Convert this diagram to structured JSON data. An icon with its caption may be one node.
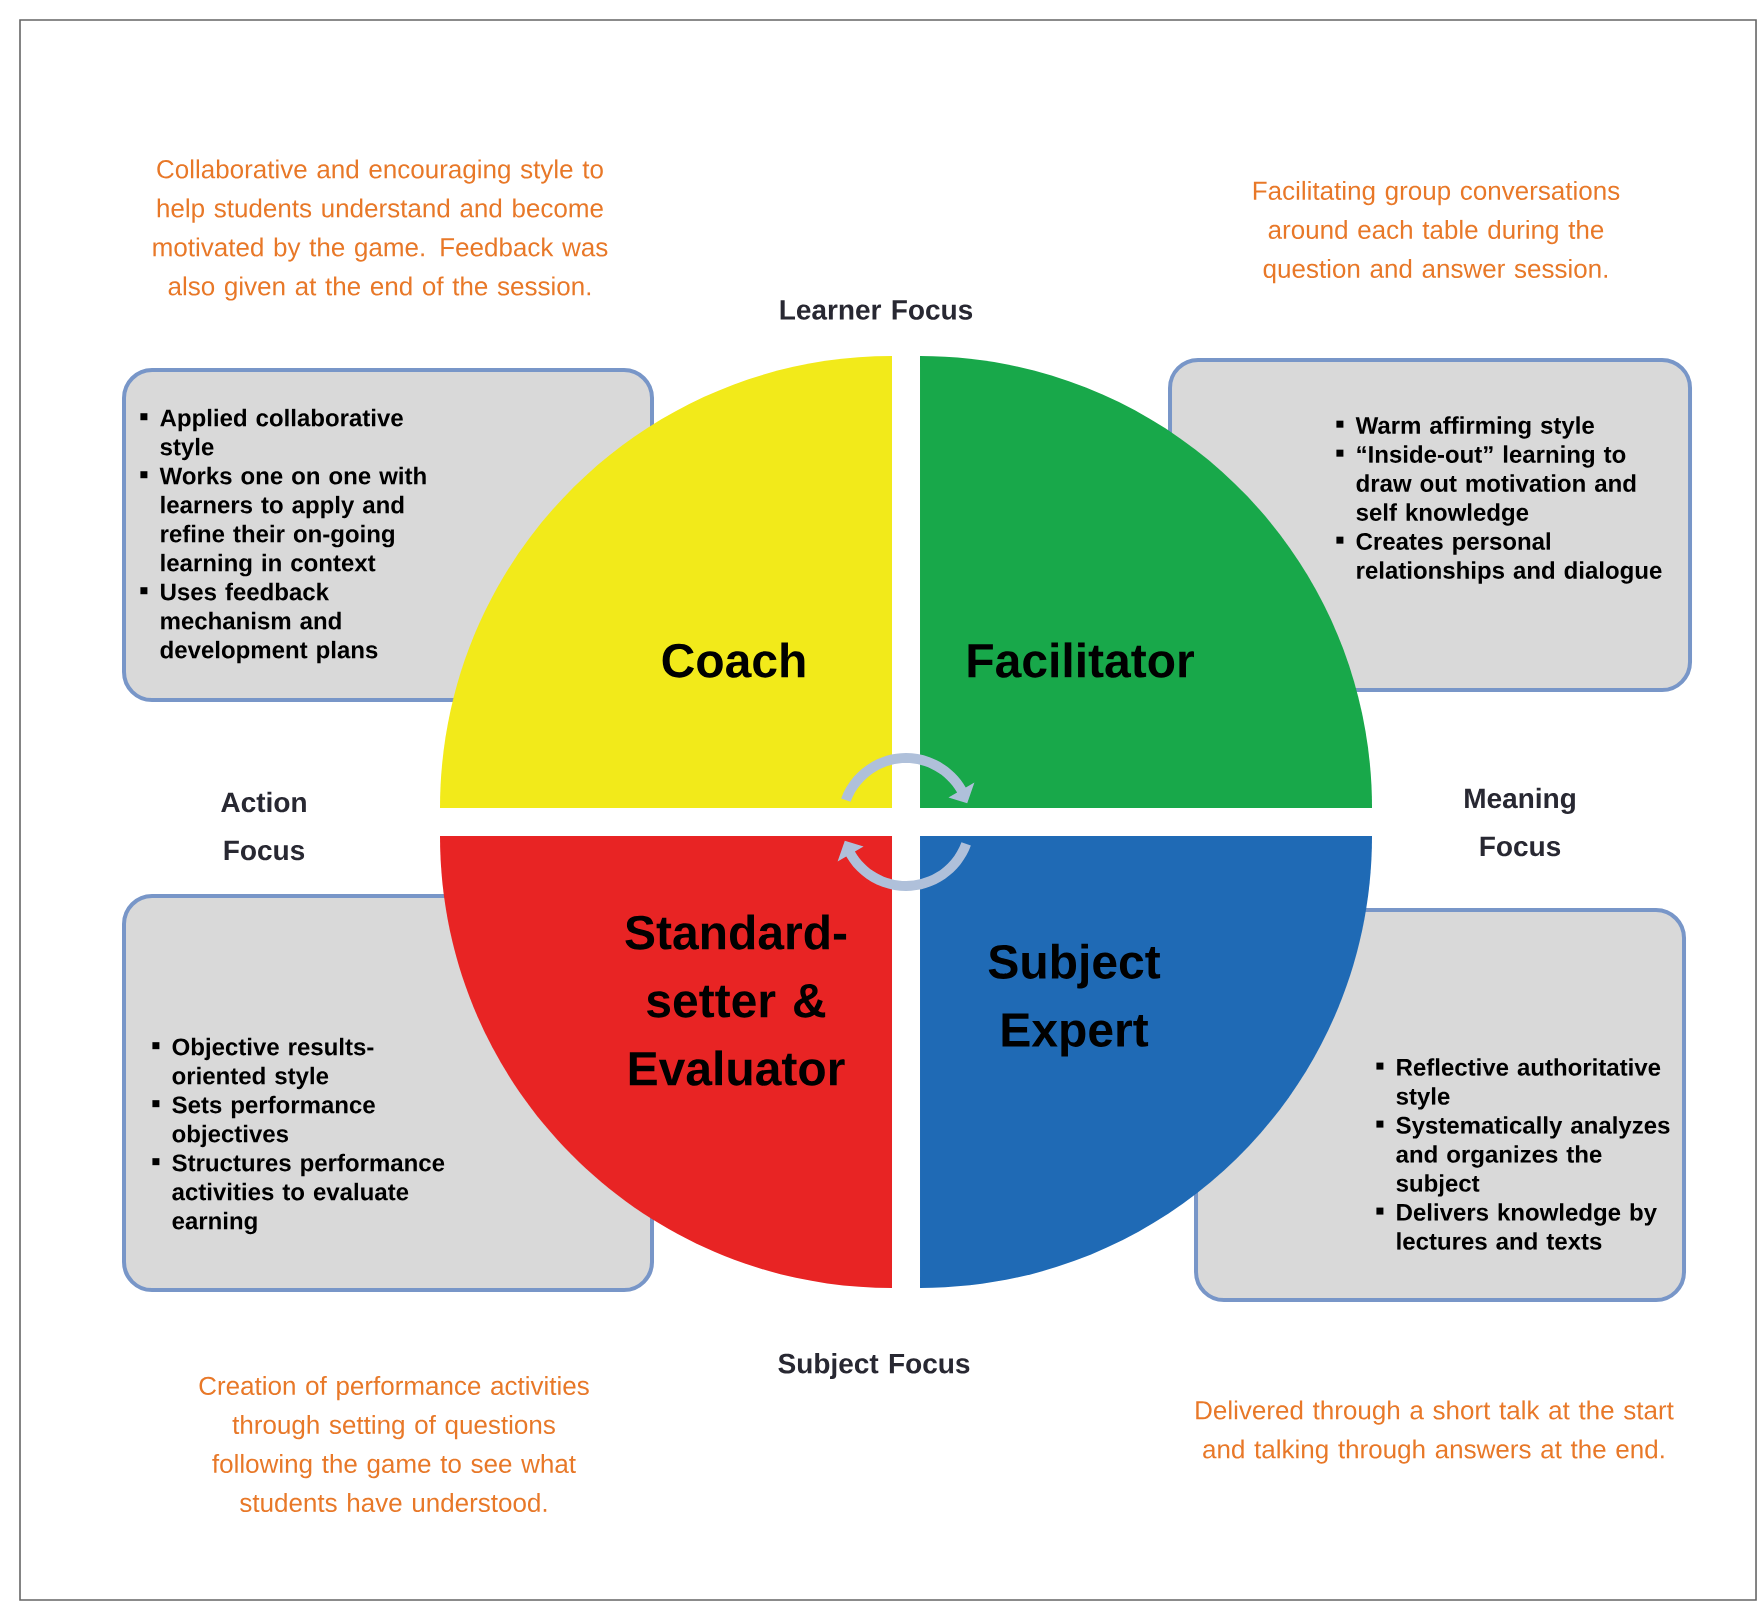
{
  "diagram": {
    "nodes": [
      {
        "text": [
          "Applied collaborative style",
          "Works one on one with learners to apply and refine their on-going learning in context",
          "Uses feedback mechanism and development plans"
        ]
      },
      {
        "text": [
          "Coach"
        ]
      },
      {
        "text": [
          "Facilitator"
        ]
      },
      {
        "text": [
          "Warm affirming style",
          "“Inside-out” learning to draw out motivation and self knowledge",
          "Creates personal relationships and dialogue"
        ]
      },
      {
        "text": [
          "Objective results-oriented style",
          "Sets performance objectives",
          "Structures performance activities to evaluate earning"
        ]
      },
      {
        "text": [
          "Standard-setter & Evaluator"
        ]
      },
      {
        "text": [
          "Subject Expert"
        ]
      },
      {
        "text": [
          "Reflective authoritative style",
          "Systematically analyzes and organizes the subject",
          "Delivers knowledge by lectures and texts"
        ]
      }
    ],
    "edges": [
      {
        "from": 1,
        "to": 2,
        "arrow": "to"
      },
      {
        "from": 6,
        "to": 5,
        "arrow": "to"
      }
    ],
    "labels": [
      "Collaborative and encouraging style to help students understand and become motivated by the game. Feedback was also given at the end of the session.",
      "Facilitating group conversations around each table during the question and answer session.",
      "Learner Focus",
      "Action Focus",
      "Meaning Focus",
      "Subject Focus",
      "Creation of performance activities through setting of questions following the game to see what students have understood.",
      "Delivered through a short talk at the start and talking through answers at the end."
    ]
  }
}
